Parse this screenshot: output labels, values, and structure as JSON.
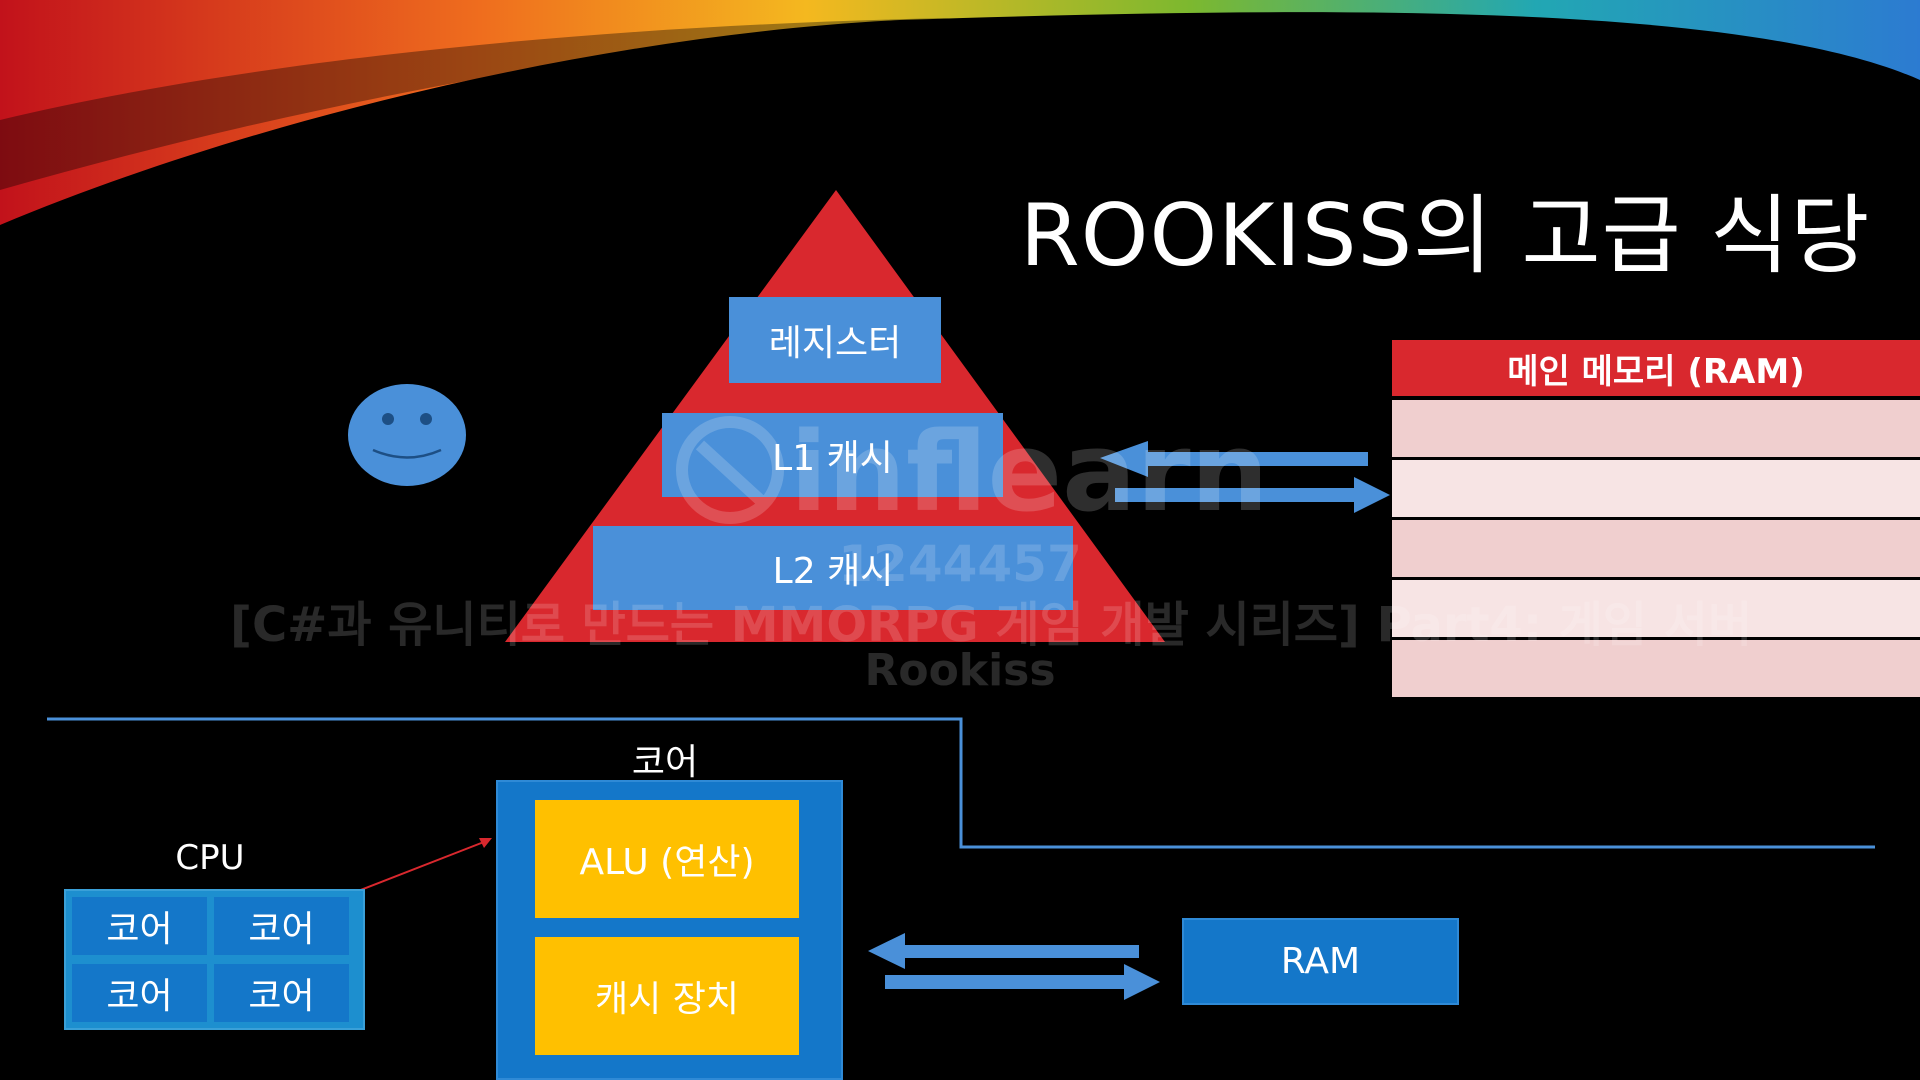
{
  "slide": {
    "title": "ROOKISS의 고급 식당"
  },
  "pyramid": {
    "register": "레지스터",
    "l1": "L1 캐시",
    "l2": "L2 캐시"
  },
  "main_memory": {
    "header": "메인 메모리 (RAM)",
    "row_count_visible": 5
  },
  "cpu": {
    "label": "CPU",
    "cores": [
      "코어",
      "코어",
      "코어",
      "코어"
    ]
  },
  "core_detail": {
    "label": "코어",
    "alu": "ALU (연산)",
    "cache": "캐시 장치"
  },
  "ram_box": {
    "label": "RAM"
  },
  "watermark": {
    "logo": "inflearn",
    "id": "1244457",
    "course": "[C#과 유니티로 만드는 MMORPG 게임 개발 시리즈] Part4: 게임 서버",
    "author": "Rookiss"
  },
  "colors": {
    "background": "#000000",
    "pyramid": "#d9282e",
    "box_blue": "#4a90d9",
    "box_deep_blue": "#1477c9",
    "alu_gold": "#ffc000",
    "ram_header": "#d9282e",
    "ram_row": "#f0cfcf"
  }
}
